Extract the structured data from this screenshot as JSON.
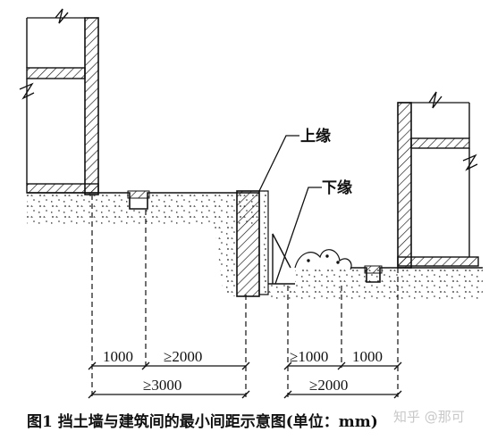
{
  "labels": {
    "upper_edge": "上缘",
    "lower_edge": "下缘"
  },
  "dimensions": {
    "left_a": "1000",
    "left_b": "≥2000",
    "left_total": "≥3000",
    "right_a": "≥1000",
    "right_b": "1000",
    "right_total": "≥2000"
  },
  "caption": "图1 挡土墙与建筑间的最小间距示意图(单位：mm)",
  "watermark": "知乎 @那可",
  "colors": {
    "line": "#111111",
    "background": "#ffffff",
    "watermark": "#c8c8c8"
  }
}
